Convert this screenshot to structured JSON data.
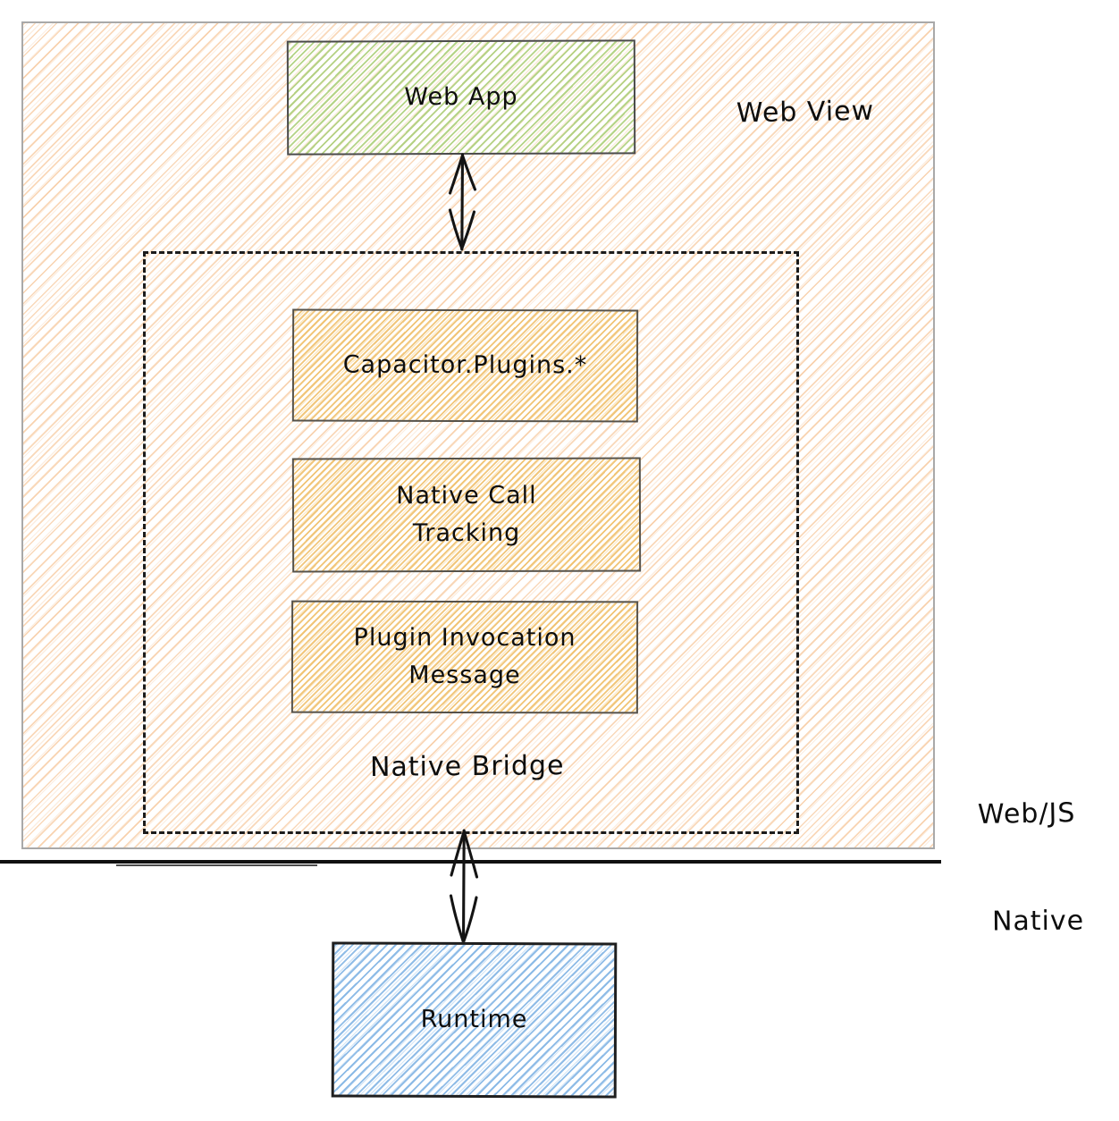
{
  "regions": {
    "web_view": "Web View",
    "native_bridge": "Native Bridge",
    "web_js_side": "Web/JS",
    "native_side": "Native"
  },
  "nodes": {
    "web_app": "Web App",
    "capacitor_plugins": "Capacitor.Plugins.*",
    "native_call_tracking": "Native Call Tracking",
    "plugin_invocation_message": "Plugin Invocation Message",
    "runtime": "Runtime"
  },
  "connections": [
    {
      "from": "web_app",
      "to": "native_bridge",
      "bidirectional": true
    },
    {
      "from": "native_bridge",
      "to": "runtime",
      "bidirectional": true
    }
  ],
  "colors": {
    "web_view_hatch": "#f4b880",
    "web_app_hatch": "#a8cc72",
    "plugin_hatch": "#eeb95c",
    "runtime_hatch": "#7cb1e3",
    "stroke_dark": "#1b1b1b",
    "container_border": "#a9a9a9"
  }
}
